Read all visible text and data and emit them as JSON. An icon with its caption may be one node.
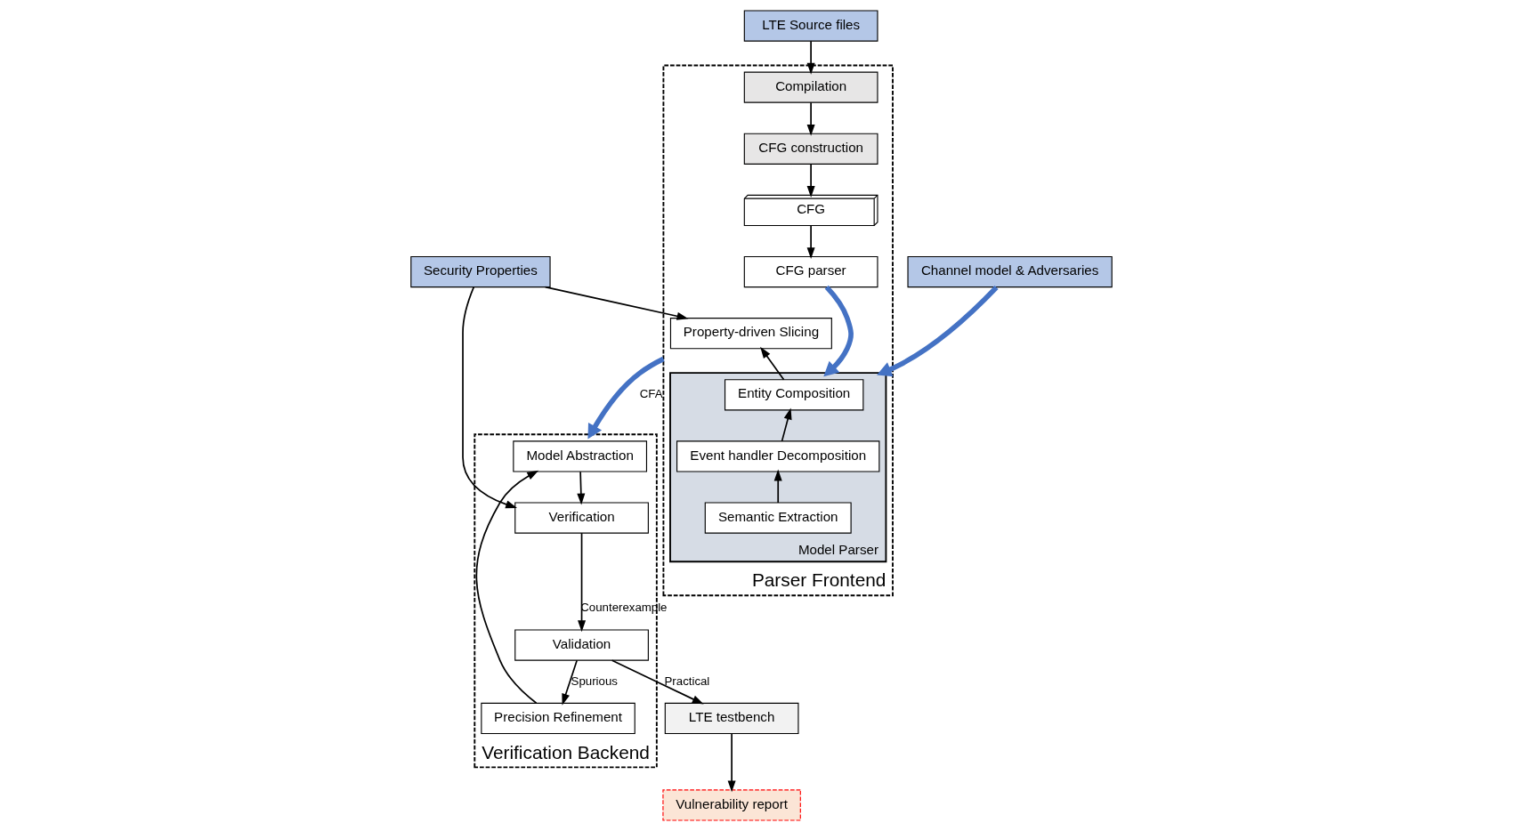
{
  "diagram": {
    "nodes": [
      {
        "text": [
          "LTE Source files"
        ]
      },
      {
        "text": [
          "Parser Frontend"
        ]
      },
      {
        "text": [
          "Compilation"
        ],
        "in": 1
      },
      {
        "text": [
          "CFG construction"
        ],
        "in": 1
      },
      {
        "text": [
          "CFG"
        ],
        "in": 1
      },
      {
        "text": [
          "CFG parser"
        ],
        "in": 1
      },
      {
        "text": [
          "Property-driven Slicing"
        ],
        "in": 1
      },
      {
        "text": [
          "Model Parser"
        ],
        "in": 1
      },
      {
        "text": [
          "Entity Composition"
        ],
        "in": 7
      },
      {
        "text": [
          "Event handler Decomposition"
        ],
        "in": 7
      },
      {
        "text": [
          "Semantic Extraction"
        ],
        "in": 7
      },
      {
        "text": [
          "Security Properties"
        ]
      },
      {
        "text": [
          "Verification Backend"
        ]
      },
      {
        "text": [
          "Model Abstraction"
        ],
        "in": 12
      },
      {
        "text": [
          "Verification"
        ],
        "in": 12
      },
      {
        "text": [
          "Precision Refinement"
        ],
        "in": 12
      },
      {
        "text": [
          "Validation"
        ],
        "in": 12
      },
      {
        "text": [
          "Channel model & Adversaries"
        ]
      },
      {
        "text": [
          "LTE testbench"
        ]
      },
      {
        "text": [
          "Vulnerability report"
        ]
      }
    ],
    "edges": [
      {
        "from": 0,
        "to": 2,
        "arrow": "to"
      },
      {
        "from": 2,
        "to": 3,
        "arrow": "to"
      },
      {
        "from": 3,
        "to": 4,
        "arrow": "to"
      },
      {
        "from": 4,
        "to": 5,
        "arrow": "to"
      },
      {
        "from": 5,
        "to": 7,
        "arrow": "to",
        "style": "thick",
        "color": "#4472c4"
      },
      {
        "from": 10,
        "to": 9,
        "arrow": "to"
      },
      {
        "from": 9,
        "to": 8,
        "arrow": "to"
      },
      {
        "from": 8,
        "to": 6,
        "arrow": "to"
      },
      {
        "from": 11,
        "to": 6,
        "arrow": "to"
      },
      {
        "from": 11,
        "to": 14,
        "arrow": "to"
      },
      {
        "from": 1,
        "to": 12,
        "arrow": "to",
        "label": "CFA",
        "style": "thick",
        "color": "#4472c4"
      },
      {
        "from": 13,
        "to": 14,
        "arrow": "to"
      },
      {
        "from": 14,
        "to": 16,
        "arrow": "to",
        "label": "Counterexample"
      },
      {
        "from": 16,
        "to": 15,
        "arrow": "to",
        "label": "Spurious"
      },
      {
        "from": 15,
        "to": 13,
        "arrow": "to"
      },
      {
        "from": 16,
        "to": 18,
        "arrow": "to",
        "label": "Practical"
      },
      {
        "from": 17,
        "to": 7,
        "arrow": "to",
        "style": "thick",
        "color": "#4472c4"
      },
      {
        "from": 18,
        "to": 19,
        "arrow": "to"
      }
    ]
  }
}
